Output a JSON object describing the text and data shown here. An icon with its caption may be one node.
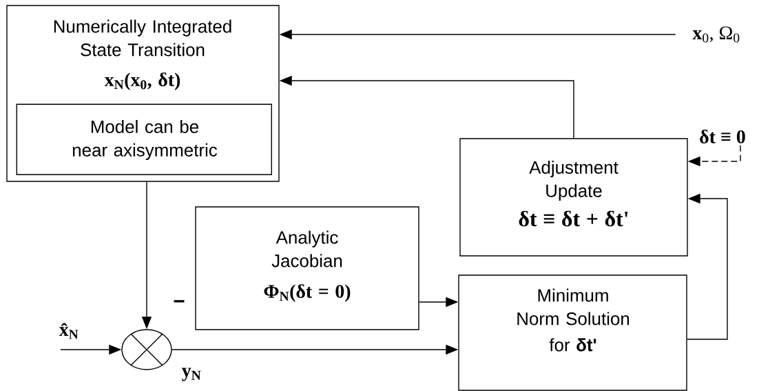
{
  "diagram": {
    "nodes": [
      {
        "text": [
          "Numerically Integrated State Transition",
          "x$_{N}$(x$_{0}$, δt)"
        ]
      },
      {
        "text": [
          "Model can be near axisymmetric"
        ],
        "in": 0
      },
      {
        "text": [
          "Adjustment Update",
          "δt ≡ δt + δt'"
        ]
      },
      {
        "text": [
          "Analytic Jacobian",
          "Φ$_{N}$(δt = 0)"
        ]
      },
      {
        "text": [
          "Minimum Norm Solution",
          "for **δt'**"
        ]
      },
      {
        "text": [],
        "shape": "circle"
      },
      {
        "text": [
          "**x**$_{0}$, Ω$_{0}$"
        ]
      },
      {
        "text": [
          "δt ≡ 0"
        ]
      }
    ],
    "edges": [
      {
        "from": 6,
        "to": 0,
        "arrow": "to"
      },
      {
        "from": 2,
        "to": 0,
        "arrow": "to"
      },
      {
        "from": 0,
        "to": 5,
        "arrow": "to"
      },
      {
        "from": null,
        "to": 5,
        "arrow": "to",
        "label": "x̂$_{N}$"
      },
      {
        "from": 5,
        "to": 4,
        "arrow": "to",
        "label": "y$_{N}$"
      },
      {
        "from": 3,
        "to": 4,
        "arrow": "to"
      },
      {
        "from": 4,
        "to": 2,
        "arrow": "to"
      },
      {
        "from": 7,
        "to": 2,
        "arrow": "to",
        "style": "dashed"
      }
    ],
    "labels": [
      "−"
    ]
  }
}
